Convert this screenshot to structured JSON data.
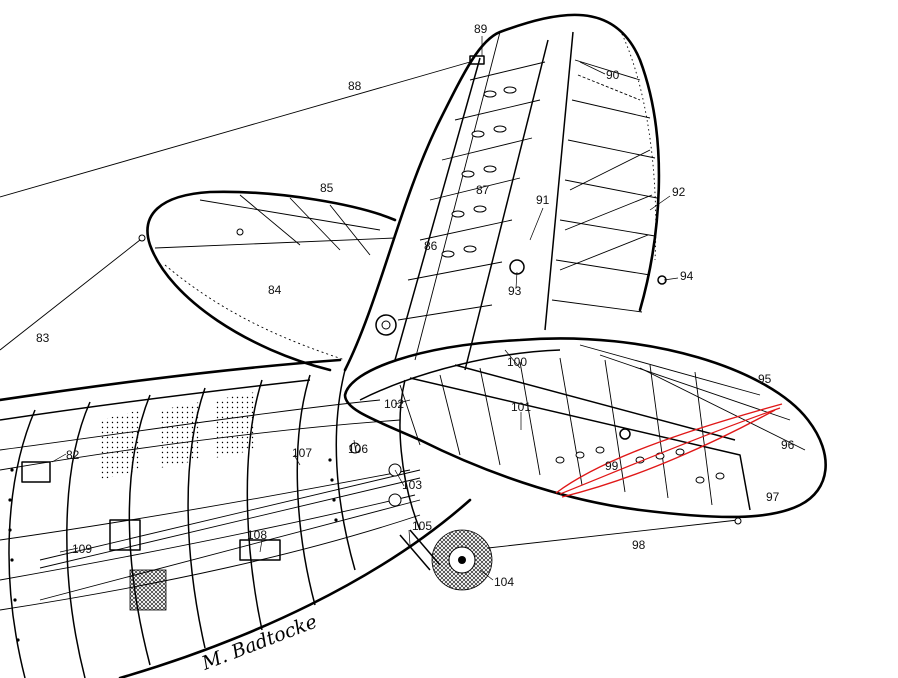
{
  "drawing": {
    "callouts": [
      {
        "id": "82",
        "text": "82"
      },
      {
        "id": "83",
        "text": "83"
      },
      {
        "id": "84",
        "text": "84"
      },
      {
        "id": "85",
        "text": "85"
      },
      {
        "id": "86",
        "text": "86"
      },
      {
        "id": "87",
        "text": "87"
      },
      {
        "id": "88",
        "text": "88"
      },
      {
        "id": "89",
        "text": "89"
      },
      {
        "id": "90",
        "text": "90"
      },
      {
        "id": "91",
        "text": "91"
      },
      {
        "id": "92",
        "text": "92"
      },
      {
        "id": "93",
        "text": "93"
      },
      {
        "id": "94",
        "text": "94"
      },
      {
        "id": "95",
        "text": "95"
      },
      {
        "id": "96",
        "text": "96"
      },
      {
        "id": "97",
        "text": "97"
      },
      {
        "id": "98",
        "text": "98"
      },
      {
        "id": "99",
        "text": "99"
      },
      {
        "id": "100",
        "text": "100"
      },
      {
        "id": "101",
        "text": "101"
      },
      {
        "id": "102",
        "text": "102"
      },
      {
        "id": "103",
        "text": "103"
      },
      {
        "id": "104",
        "text": "104"
      },
      {
        "id": "105",
        "text": "105"
      },
      {
        "id": "106",
        "text": "106"
      },
      {
        "id": "107",
        "text": "107"
      },
      {
        "id": "108",
        "text": "108"
      },
      {
        "id": "109",
        "text": "109"
      }
    ],
    "signature": "M. Badtocke"
  },
  "colors": {
    "ink": "#000000",
    "paper": "#ffffff",
    "highlight": "#e01818"
  }
}
